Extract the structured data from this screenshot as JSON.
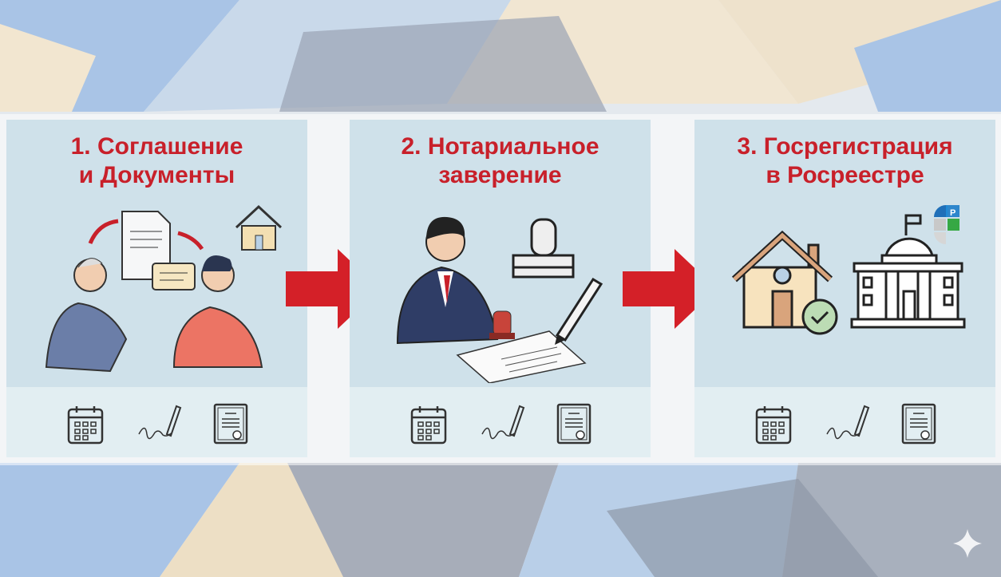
{
  "steps": [
    {
      "title_line1": "1. Соглашение",
      "title_line2": "и Документы"
    },
    {
      "title_line1": "2. Нотариальное",
      "title_line2": "заверение"
    },
    {
      "title_line1": "3. Госрегистрация",
      "title_line2": "в Росреестре"
    }
  ],
  "footer_icons": [
    "calendar-icon",
    "signature-pen-icon",
    "certificate-icon"
  ],
  "colors": {
    "title": "#c8202a",
    "arrow": "#d42028",
    "panel": "#cfe1ea"
  }
}
